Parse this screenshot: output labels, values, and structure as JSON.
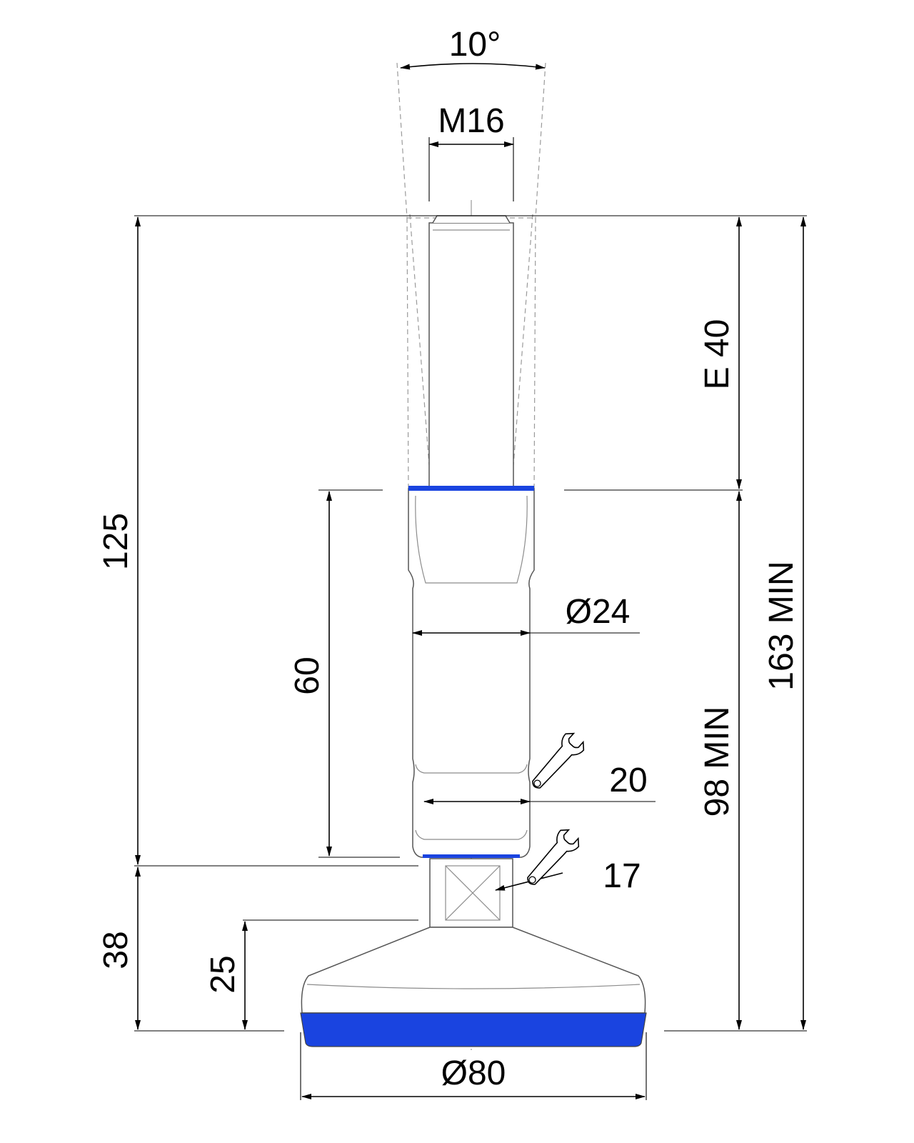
{
  "labels": {
    "angle": "10°",
    "thread": "M16",
    "stroke": "E 40",
    "overall_height": "125",
    "total_min": "163 MIN",
    "stem_length": "60",
    "stem_diameter": "Ø24",
    "lower_min": "98 MIN",
    "wrench_upper": "20",
    "wrench_lower": "17",
    "base_height": "38",
    "pad_height": "25",
    "base_diameter": "Ø80"
  },
  "colors": {
    "accent_blue": "#1a44e0",
    "line": "#000000",
    "hidden": "#9a9a9a"
  },
  "icons": {
    "wrench_upper": "wrench-icon",
    "wrench_lower": "wrench-icon"
  }
}
